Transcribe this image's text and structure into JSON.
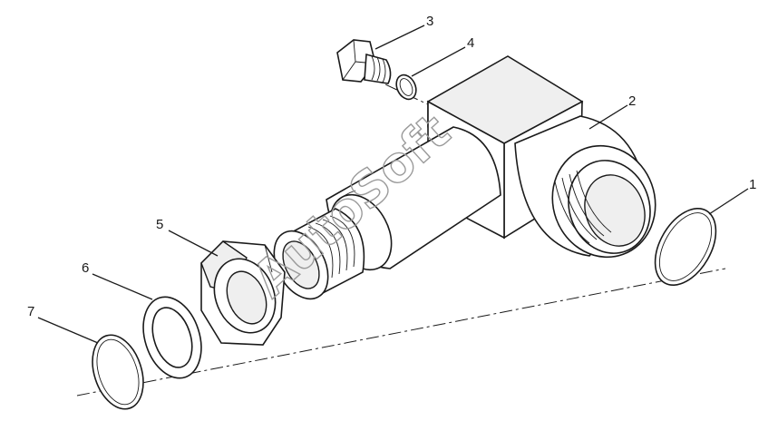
{
  "diagram": {
    "callouts": [
      {
        "id": "1",
        "text": "1",
        "part": "o-ring-seal-large"
      },
      {
        "id": "2",
        "text": "2",
        "part": "elbow-adapter-body"
      },
      {
        "id": "3",
        "text": "3",
        "part": "hex-plug-bolt"
      },
      {
        "id": "4",
        "text": "4",
        "part": "o-ring-small"
      },
      {
        "id": "5",
        "text": "5",
        "part": "hex-lock-nut"
      },
      {
        "id": "6",
        "text": "6",
        "part": "backup-washer"
      },
      {
        "id": "7",
        "text": "7",
        "part": "o-ring-seal-small"
      }
    ],
    "watermark": "AutoSoft"
  }
}
